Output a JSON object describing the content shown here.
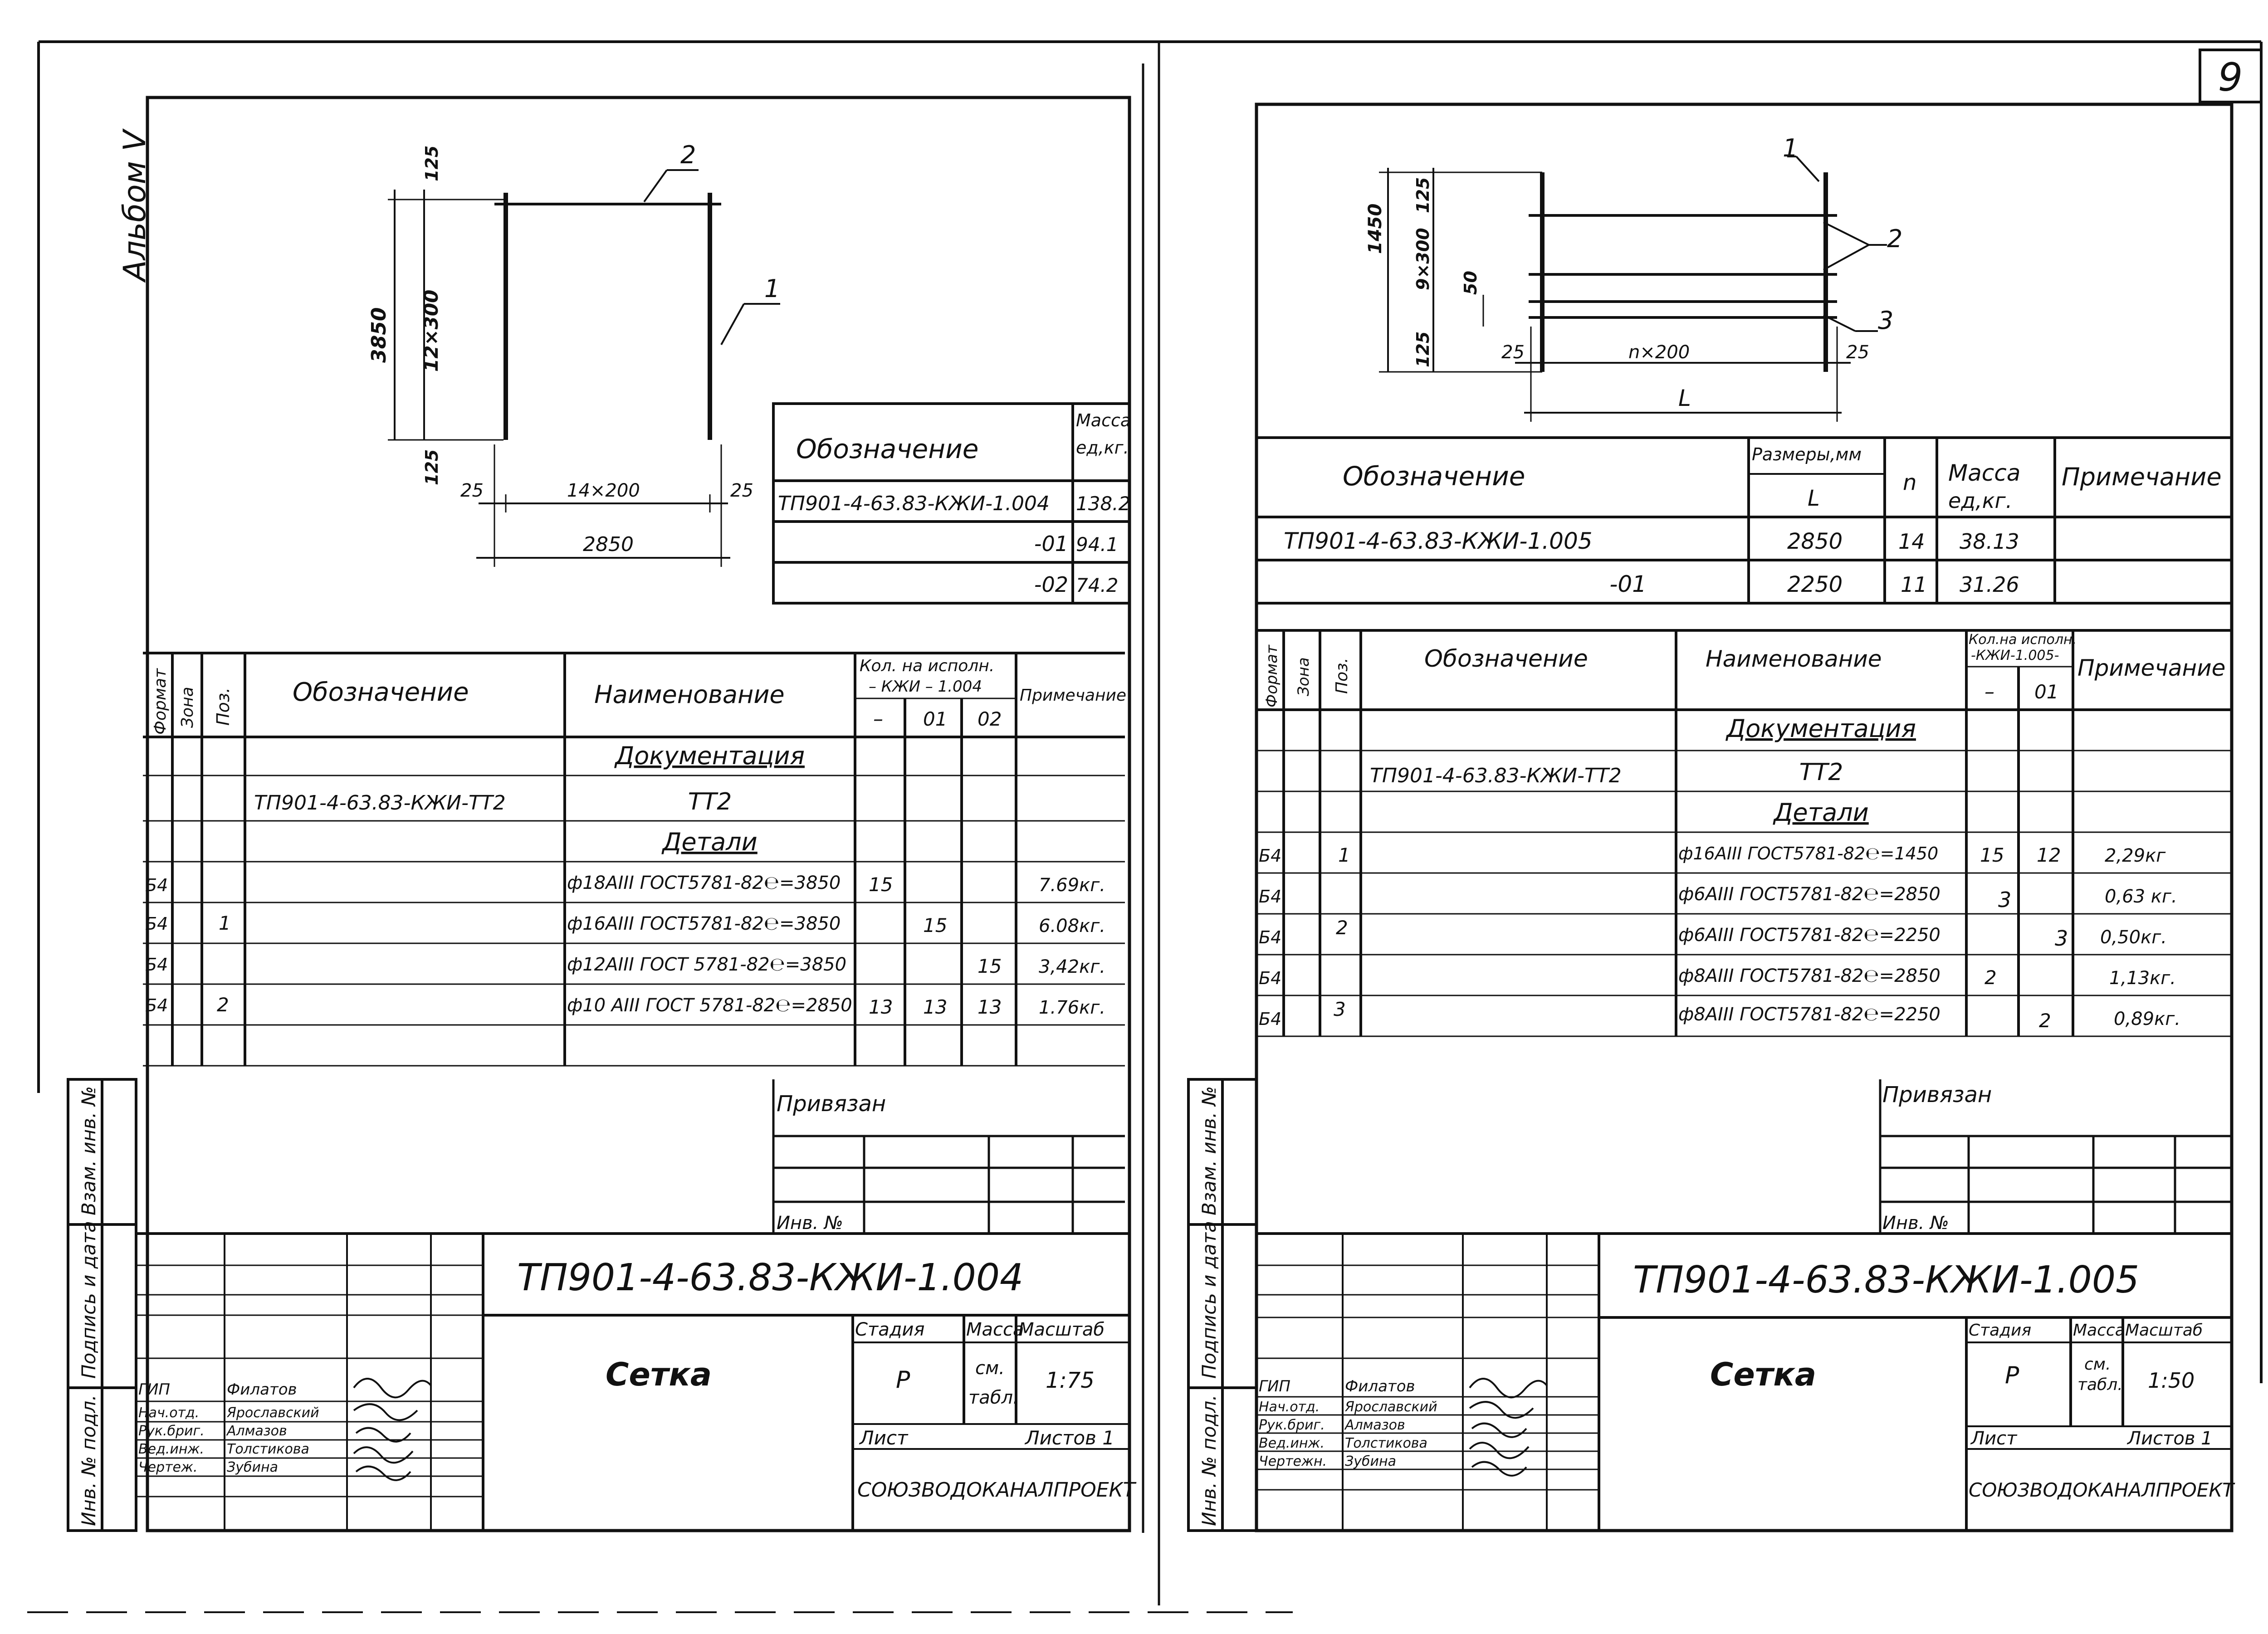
{
  "page_number": "9",
  "left": {
    "album": "Альбом V",
    "drawing": {
      "pos_1": "1",
      "pos_2": "2",
      "dim_top": "125",
      "dim_bottom": "125",
      "dim_height": "3850",
      "dim_height_step": "12×300",
      "dim_left_25": "25",
      "dim_right_25": "25",
      "dim_width_step": "14×200",
      "dim_width": "2850"
    },
    "mass_table": {
      "col_designation": "Обозначение",
      "col_mass_1": "Масса",
      "col_mass_2": "ед,кг.",
      "rows": [
        {
          "designation": "ТП901-4-63.83-КЖИ-1.004",
          "mass": "138.2"
        },
        {
          "designation": "-01",
          "mass": "94.1"
        },
        {
          "designation": "-02",
          "mass": "74.2"
        }
      ]
    },
    "spec": {
      "h_format": "Формат",
      "h_zone": "Зона",
      "h_pos": "Поз.",
      "h_designation": "Обозначение",
      "h_name": "Наименование",
      "h_qty_1": "Кол. на исполн.",
      "h_qty_2": "– КЖИ – 1.004",
      "h_qty_dash": "–",
      "h_qty_01": "01",
      "h_qty_02": "02",
      "h_note": "Примечание",
      "sec_docs": "Документация",
      "doc_designation": "ТП901-4-63.83-КЖИ-ТТ2",
      "doc_name": "ТТ2",
      "sec_details": "Детали",
      "rows": [
        {
          "format": "Б4",
          "pos": "",
          "name": "ф18АIII ГОСТ5781-82℮=3850",
          "q0": "15",
          "q1": "",
          "q2": "",
          "note": "7.69кг."
        },
        {
          "format": "Б4",
          "pos": "1",
          "name": "ф16АIII ГОСТ5781-82℮=3850",
          "q0": "",
          "q1": "15",
          "q2": "",
          "note": "6.08кг."
        },
        {
          "format": "Б4",
          "pos": "",
          "name": "ф12АIII ГОСТ 5781-82℮=3850",
          "q0": "",
          "q1": "",
          "q2": "15",
          "note": "3,42кг."
        },
        {
          "format": "Б4",
          "pos": "2",
          "name": "ф10 АIII ГОСТ 5781-82℮=2850",
          "q0": "13",
          "q1": "13",
          "q2": "13",
          "note": "1.76кг."
        }
      ]
    },
    "side_labels": {
      "vzam": "Взам. инв. №",
      "podpis": "Подпись и дата",
      "inv": "Инв. № подл."
    },
    "privyazan": "Привязан",
    "inv_no": "Инв. №",
    "title_block": {
      "code": "ТП901-4-63.83-КЖИ-1.004",
      "name": "Сетка",
      "h_stage": "Стадия",
      "h_mass": "Масса",
      "h_scale": "Масштаб",
      "stage": "Р",
      "mass_1": "см.",
      "mass_2": "табл.",
      "scale": "1:75",
      "sheet": "Лист",
      "sheets": "Листов 1",
      "org": "СОЮЗВОДОКАНАЛПРОЕКТ",
      "staff": [
        {
          "role": "ГИП",
          "name": "Филатов"
        },
        {
          "role": "Нач.отд.",
          "name": "Ярославский"
        },
        {
          "role": "Рук.бриг.",
          "name": "Алмазов"
        },
        {
          "role": "Вед.инж.",
          "name": "Толстикова"
        },
        {
          "role": "Чертеж.",
          "name": "Зубина"
        }
      ]
    }
  },
  "right": {
    "drawing": {
      "pos_1": "1",
      "pos_2": "2",
      "pos_3": "3",
      "dim_total": "1450",
      "dim_top": "125",
      "dim_bottom": "125",
      "dim_step": "9×300",
      "dim_50": "50",
      "dim_left_25": "25",
      "dim_right_25": "25",
      "dim_n200": "n×200",
      "dim_L": "L"
    },
    "mass_table": {
      "col_designation": "Обозначение",
      "col_sizes": "Размеры,мм",
      "col_L": "L",
      "col_n": "n",
      "col_mass_1": "Масса",
      "col_mass_2": "ед,кг.",
      "col_note": "Примечание",
      "rows": [
        {
          "designation": "ТП901-4-63.83-КЖИ-1.005",
          "L": "2850",
          "n": "14",
          "mass": "38.13",
          "note": ""
        },
        {
          "designation": "-01",
          "L": "2250",
          "n": "11",
          "mass": "31.26",
          "note": ""
        }
      ]
    },
    "spec": {
      "h_format": "Формат",
      "h_zone": "Зона",
      "h_pos": "Поз.",
      "h_designation": "Обозначение",
      "h_name": "Наименование",
      "h_qty_1": "Кол.на исполн.",
      "h_qty_2": "-КЖИ-1.005-",
      "h_qty_dash": "–",
      "h_qty_01": "01",
      "h_note": "Примечание",
      "sec_docs": "Документация",
      "doc_designation": "ТП901-4-63.83-КЖИ-ТТ2",
      "doc_name": "ТТ2",
      "sec_details": "Детали",
      "rows": [
        {
          "format": "Б4",
          "pos": "1",
          "name": "ф16АIII ГОСТ5781-82℮=1450",
          "q0": "15",
          "q1": "12",
          "note": "2,29кг"
        },
        {
          "format": "Б4",
          "pos": "",
          "name": "ф6АIII ГОСТ5781-82℮=2850",
          "q0": "3",
          "q1": "",
          "note": "0,63 кг."
        },
        {
          "format": "Б4",
          "pos": "2",
          "name": "ф6АIII ГОСТ5781-82℮=2250",
          "q0": "",
          "q1": "3",
          "note": "0,50кг."
        },
        {
          "format": "Б4",
          "pos": "",
          "name": "ф8АIII ГОСТ5781-82℮=2850",
          "q0": "2",
          "q1": "",
          "note": "1,13кг."
        },
        {
          "format": "Б4",
          "pos": "3",
          "name": "ф8АIII ГОСТ5781-82℮=2250",
          "q0": "",
          "q1": "2",
          "note": "0,89кг."
        }
      ]
    },
    "side_labels": {
      "vzam": "Взам. инв. №",
      "podpis": "Подпись и дата",
      "inv": "Инв. № подл."
    },
    "privyazan": "Привязан",
    "inv_no": "Инв. №",
    "title_block": {
      "code": "ТП901-4-63.83-КЖИ-1.005",
      "name": "Сетка",
      "h_stage": "Стадия",
      "h_mass": "Масса",
      "h_scale": "Масштаб",
      "stage": "Р",
      "mass_1": "см.",
      "mass_2": "табл.",
      "scale": "1:50",
      "sheet": "Лист",
      "sheets": "Листов 1",
      "org": "СОЮЗВОДОКАНАЛПРОЕКТ",
      "staff": [
        {
          "role": "ГИП",
          "name": "Филатов"
        },
        {
          "role": "Нач.отд.",
          "name": "Ярославский"
        },
        {
          "role": "Рук.бриг.",
          "name": "Алмазов"
        },
        {
          "role": "Вед.инж.",
          "name": "Толстикова"
        },
        {
          "role": "Чертежн.",
          "name": "Зубина"
        }
      ]
    }
  }
}
